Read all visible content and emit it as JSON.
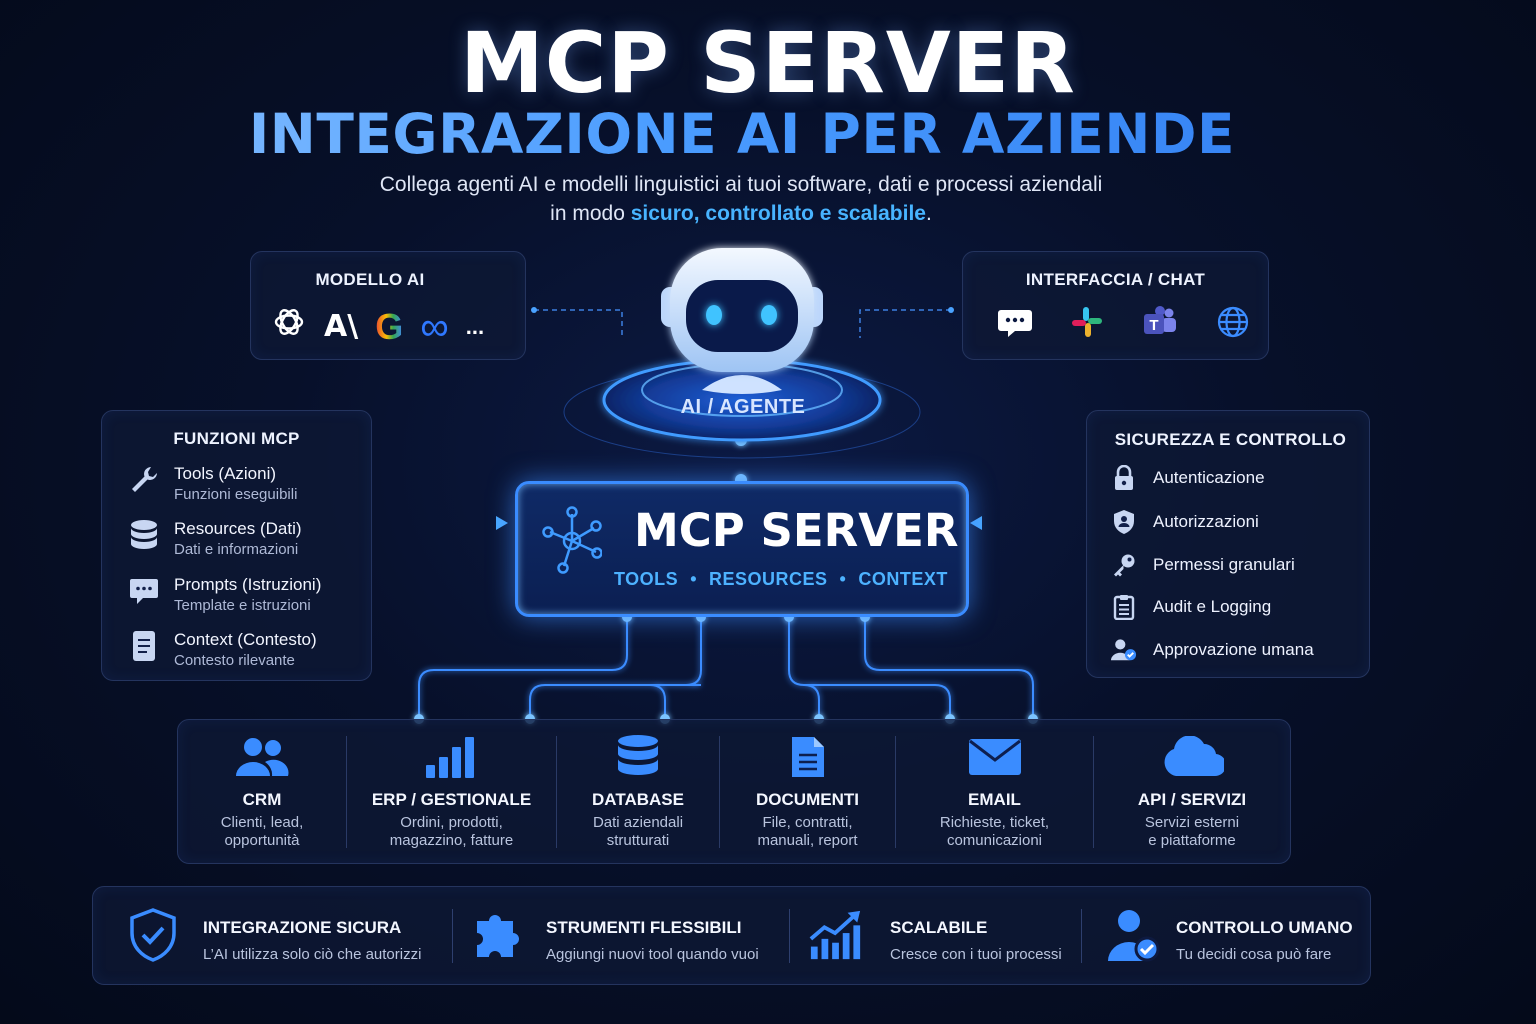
{
  "header": {
    "title": "MCP SERVER",
    "subtitle": "INTEGRAZIONE AI PER AZIENDE",
    "desc_line1": "Collega agenti AI e modelli linguistici ai tuoi software, dati e processi aziendali",
    "desc_line2_pre": "in modo ",
    "desc_line2_highlight": "sicuro, controllato e scalabile",
    "desc_line2_post": "."
  },
  "modello": {
    "title": "MODELLO AI",
    "logos": [
      "openai-logo",
      "anthropic-logo",
      "google-logo",
      "meta-logo"
    ],
    "anthropic_text": "A\\",
    "google_text": "G",
    "meta_text": "∞",
    "more": "..."
  },
  "interfaccia": {
    "title": "INTERFACCIA / CHAT",
    "icons": [
      "chat-bubble-icon",
      "slack-icon",
      "teams-icon",
      "globe-icon"
    ],
    "teams_letter": "T"
  },
  "agent": {
    "label": "AI / AGENTE"
  },
  "funzioni": {
    "title": "FUNZIONI MCP",
    "items": [
      {
        "icon": "wrench-icon",
        "title": "Tools (Azioni)",
        "desc": "Funzioni eseguibili"
      },
      {
        "icon": "database-icon",
        "title": "Resources (Dati)",
        "desc": "Dati e informazioni"
      },
      {
        "icon": "prompt-bubble-icon",
        "title": "Prompts (Istruzioni)",
        "desc": "Template e istruzioni"
      },
      {
        "icon": "document-icon",
        "title": "Context (Contesto)",
        "desc": "Contesto rilevante"
      }
    ]
  },
  "sicurezza": {
    "title": "SICUREZZA E CONTROLLO",
    "items": [
      {
        "icon": "lock-icon",
        "label": "Autenticazione"
      },
      {
        "icon": "shield-user-icon",
        "label": "Autorizzazioni"
      },
      {
        "icon": "key-icon",
        "label": "Permessi granulari"
      },
      {
        "icon": "clipboard-icon",
        "label": "Audit e Logging"
      },
      {
        "icon": "user-check-icon",
        "label": "Approvazione umana"
      }
    ]
  },
  "mcp": {
    "title": "MCP SERVER",
    "tags": [
      "TOOLS",
      "RESOURCES",
      "CONTEXT"
    ],
    "dot": "•"
  },
  "integrations": [
    {
      "icon": "users-icon",
      "name": "CRM",
      "desc1": "Clienti, lead,",
      "desc2": "opportunità"
    },
    {
      "icon": "bar-chart-icon",
      "name": "ERP / GESTIONALE",
      "desc1": "Ordini, prodotti,",
      "desc2": "magazzino, fatture"
    },
    {
      "icon": "database-icon",
      "name": "DATABASE",
      "desc1": "Dati aziendali",
      "desc2": "strutturati"
    },
    {
      "icon": "file-icon",
      "name": "DOCUMENTI",
      "desc1": "File, contratti,",
      "desc2": "manuali, report"
    },
    {
      "icon": "envelope-icon",
      "name": "EMAIL",
      "desc1": "Richieste, ticket,",
      "desc2": "comunicazioni"
    },
    {
      "icon": "cloud-icon",
      "name": "API / SERVIZI",
      "desc1": "Servizi esterni",
      "desc2": "e piattaforme"
    }
  ],
  "benefits": [
    {
      "icon": "shield-check-icon",
      "title": "INTEGRAZIONE SICURA",
      "desc": "L’AI utilizza solo ciò che autorizzi"
    },
    {
      "icon": "puzzle-icon",
      "title": "STRUMENTI FLESSIBILI",
      "desc": "Aggiungi nuovi tool quando vuoi"
    },
    {
      "icon": "growth-chart-icon",
      "title": "SCALABILE",
      "desc": "Cresce con i tuoi processi"
    },
    {
      "icon": "user-check-icon",
      "title": "CONTROLLO UMANO",
      "desc": "Tu decidi cosa può fare"
    }
  ],
  "colors": {
    "accent": "#3a8cff",
    "highlight": "#48b4ff",
    "background": "#07102a",
    "panel_border": "#24345e"
  }
}
